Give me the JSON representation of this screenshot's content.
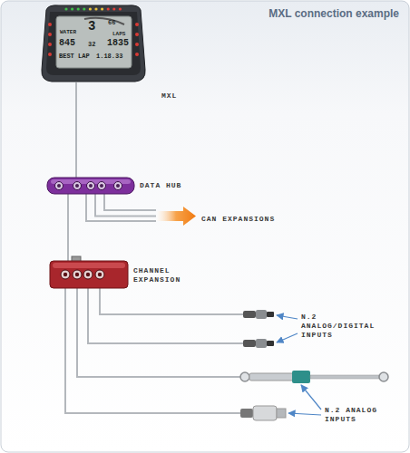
{
  "diagram": {
    "title": "MXL connection example",
    "nodes": [
      {
        "text": [
          "MXL"
        ]
      },
      {
        "text": [
          "DATA HUB"
        ]
      },
      {
        "text": [
          "CAN EXPANSIONS"
        ]
      },
      {
        "text": [
          "CHANNEL EXPANSION"
        ]
      }
    ],
    "edges": [
      {
        "from": 0,
        "to": 1,
        "arrow": "none"
      },
      {
        "from": 1,
        "to": 2,
        "arrow": "none"
      },
      {
        "from": 1,
        "to": 3,
        "arrow": "none"
      }
    ],
    "labels": [
      "WATER",
      "3",
      "66",
      "845",
      "32",
      "LAPS",
      "1835",
      "BEST LAP",
      "1.18.33",
      "N.2 ANALOG/DIGITAL INPUTS",
      "N.2 ANALOG INPUTS"
    ]
  }
}
